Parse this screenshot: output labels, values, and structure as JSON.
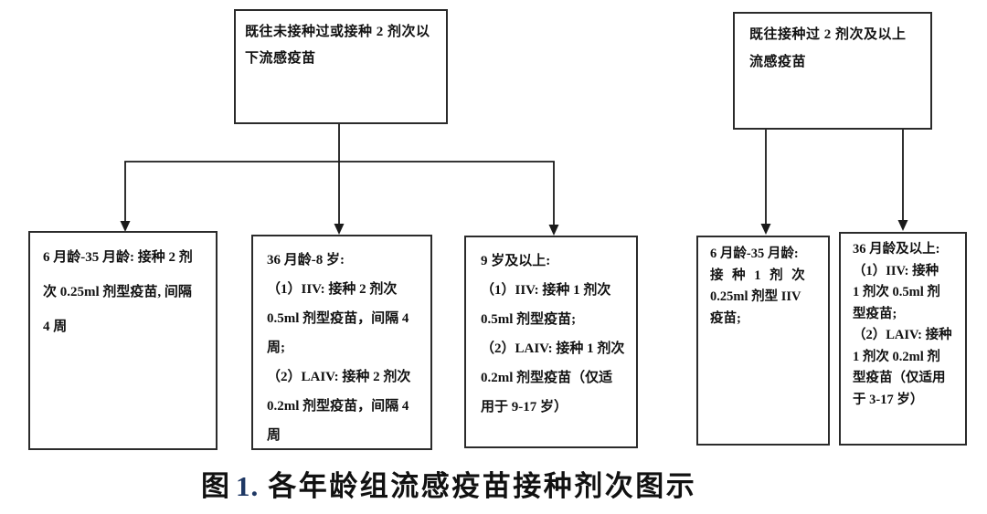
{
  "colors": {
    "background": "#ffffff",
    "box_border": "#2b2b2b",
    "connector_line": "#1a1a1a",
    "text": "#111111",
    "figure_number": "#1f3864"
  },
  "caption": {
    "fig_label": "图",
    "fig_number": "1.",
    "text": "各年龄组流感疫苗接种剂次图示"
  },
  "flowchart": {
    "top_left": {
      "lines": [
        "既往未接种过或接种 2 剂次以",
        "下流感疫苗"
      ]
    },
    "top_right": {
      "lines": [
        "既往接种过 2 剂次及以上",
        "流感疫苗"
      ]
    },
    "left_children": [
      {
        "lines": [
          "6 月龄-35 月龄: 接种 2 剂",
          "次 0.25ml 剂型疫苗, 间隔",
          "4 周"
        ]
      },
      {
        "lines": [
          "36 月龄-8 岁:",
          "（1）IIV: 接种 2 剂次",
          "0.5ml 剂型疫苗，间隔 4",
          "周;",
          "（2）LAIV: 接种 2 剂次",
          "0.2ml 剂型疫苗，间隔 4",
          "周"
        ]
      },
      {
        "lines": [
          "9 岁及以上:",
          "（1）IIV: 接种 1 剂次",
          "0.5ml 剂型疫苗;",
          "（2）LAIV: 接种 1 剂次",
          "0.2ml 剂型疫苗（仅适",
          "用于 9-17 岁）"
        ]
      }
    ],
    "right_children": [
      {
        "lines": [
          "6 月龄-35 月龄:",
          "接 种 1 剂 次",
          "0.25ml 剂型 IIV",
          "疫苗;"
        ]
      },
      {
        "lines": [
          "36 月龄及以上:",
          "（1）IIV: 接种",
          "1 剂次 0.5ml 剂",
          "型疫苗;",
          "（2）LAIV: 接种",
          "1 剂次 0.2ml 剂",
          "型疫苗（仅适用",
          "于 3-17 岁）"
        ]
      }
    ]
  }
}
